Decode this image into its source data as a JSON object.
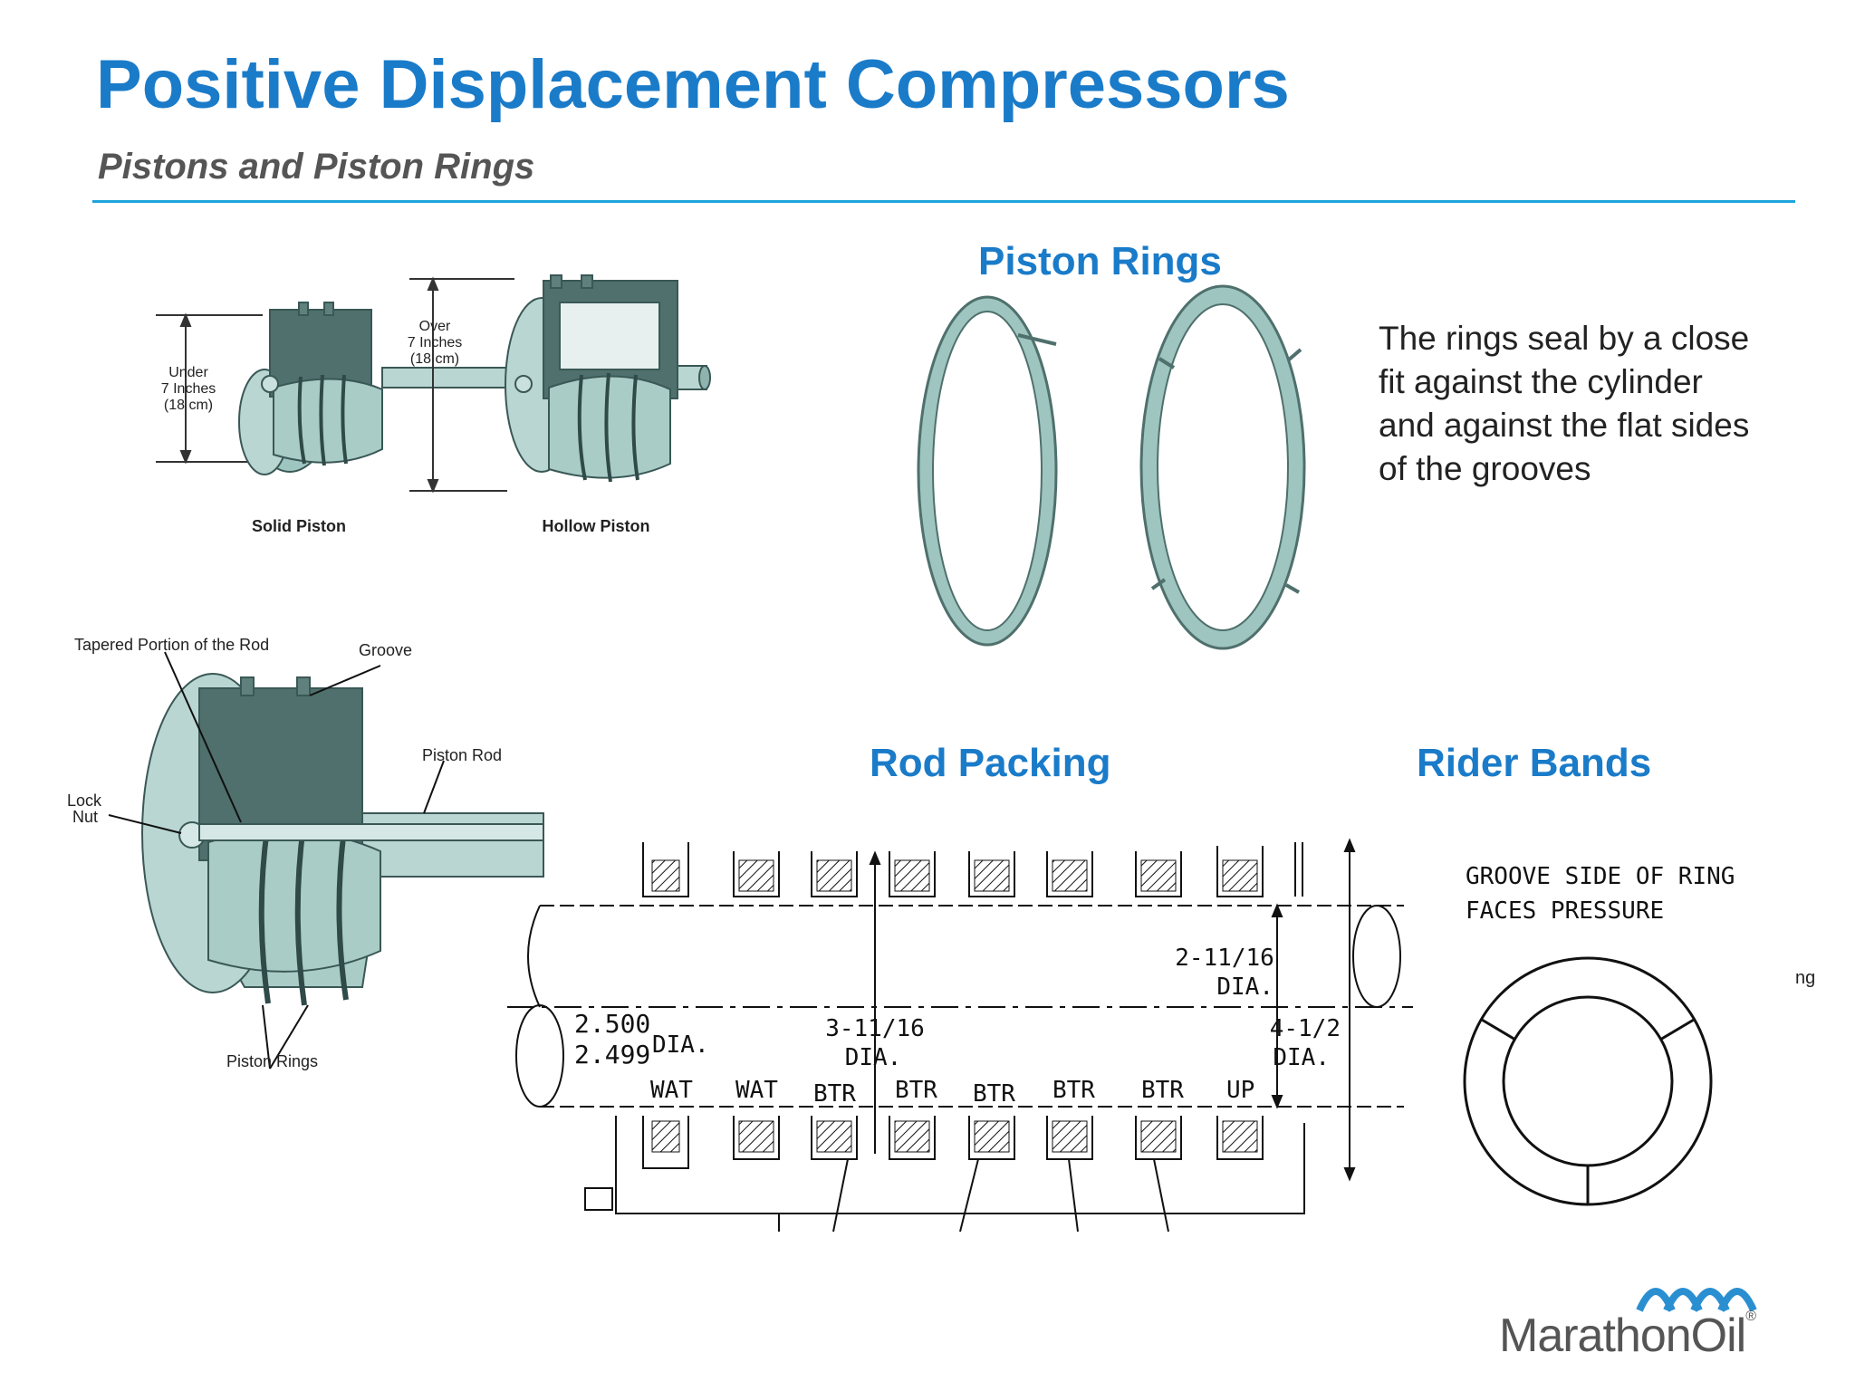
{
  "slide": {
    "title": "Positive Displacement Compressors",
    "subtitle": "Pistons and Piston Rings"
  },
  "colors": {
    "title": "#1a7bc9",
    "rule": "#1da4dc",
    "piston_fill": "#9fc5c0",
    "piston_dark": "#4f706c"
  },
  "piston_diagram": {
    "solid_label": "Solid Piston",
    "hollow_label": "Hollow Piston",
    "under_line1": "Under",
    "under_line2": "7 Inches",
    "under_line3": "(18 cm)",
    "over_line1": "Over",
    "over_line2": "7 Inches",
    "over_line3": "(18 cm)"
  },
  "piston_detail": {
    "tapered": "Tapered Portion of the Rod",
    "groove": "Groove",
    "piston_rod": "Piston Rod",
    "lock": "Lock",
    "nut": "Nut",
    "piston_rings": "Piston Rings"
  },
  "piston_rings_section": {
    "heading": "Piston Rings",
    "description": "The rings seal by a close fit against the cylinder and against the flat sides of the grooves"
  },
  "rod_packing": {
    "heading": "Rod Packing",
    "dim_left_1": "2.500",
    "dim_left_2": "2.499",
    "dim_left_dia": "DIA.",
    "dim_mid": "3-11/16",
    "dim_mid_dia": "DIA.",
    "dim_top_right": "2-11/16",
    "dim_top_right_dia": "DIA.",
    "dim_right": "4-1/2",
    "dim_right_dia": "DIA.",
    "ring_labels": [
      "WAT",
      "WAT",
      "BTR",
      "BTR",
      "BTR",
      "BTR",
      "BTR",
      "UP"
    ]
  },
  "rider_bands": {
    "heading": "Rider Bands",
    "note_line1": "GROOVE SIDE OF RING",
    "note_line2": "FACES PRESSURE",
    "cut_text": "ng"
  },
  "logo": {
    "name": "MarathonOil",
    "registered": "®"
  }
}
